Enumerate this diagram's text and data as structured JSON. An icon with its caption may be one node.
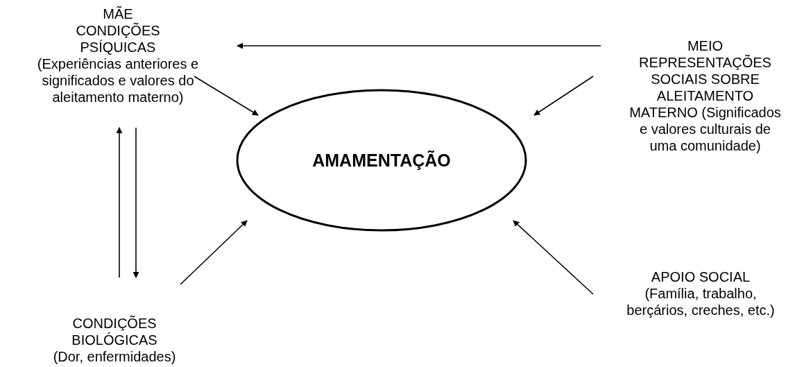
{
  "diagram": {
    "nodes": [
      {
        "text": [
          "MÃE CONDIÇÕES PSÍQUICAS",
          "(Experiências anteriores e significados e valores do aleitamento materno)"
        ]
      },
      {
        "text": [
          "MEIO REPRESENTAÇÕES SOCIAIS SOBRE ALEITAMENTO MATERNO (Significados e valores culturais de uma comunidade)"
        ]
      },
      {
        "text": [
          "AMAMENTAÇÃO"
        ]
      },
      {
        "text": [
          "CONDIÇÕES BIOLÓGICAS",
          "(Dor, enfermidades)"
        ]
      },
      {
        "text": [
          "APOIO SOCIAL",
          "(Família, trabalho, berçários, creches, etc.)"
        ]
      }
    ],
    "edges": [
      {
        "from": 0,
        "to": 2,
        "arrow": "to"
      },
      {
        "from": 1,
        "to": 2,
        "arrow": "to"
      },
      {
        "from": 3,
        "to": 2,
        "arrow": "to"
      },
      {
        "from": 4,
        "to": 2,
        "arrow": "to"
      },
      {
        "from": 1,
        "to": 0,
        "arrow": "to"
      },
      {
        "from": 3,
        "to": 0,
        "arrow": "to"
      },
      {
        "from": 0,
        "to": 3,
        "arrow": "to"
      }
    ]
  }
}
